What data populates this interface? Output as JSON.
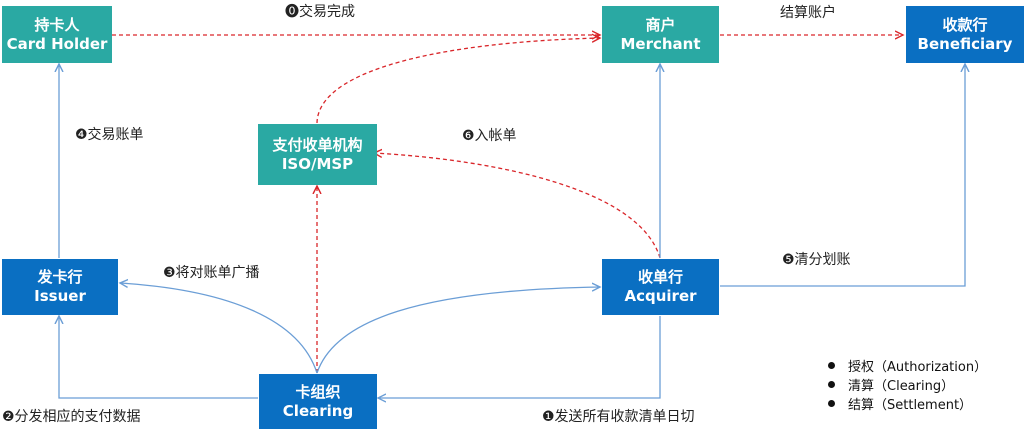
{
  "nodes": {
    "cardholder": {
      "line1": "持卡人",
      "line2": "Card Holder",
      "color": "#2aa9a3"
    },
    "merchant": {
      "line1": "商户",
      "line2": "Merchant",
      "color": "#2aa9a3"
    },
    "beneficiary": {
      "line1": "收款行",
      "line2": "Beneficiary",
      "color": "#0a6fc2"
    },
    "iso": {
      "line1": "支付收单机构",
      "line2": "ISO/MSP",
      "color": "#2aa9a3"
    },
    "issuer": {
      "line1": "发卡行",
      "line2": "Issuer",
      "color": "#0a6fc2"
    },
    "acquirer": {
      "line1": "收单行",
      "line2": "Acquirer",
      "color": "#0a6fc2"
    },
    "clearing": {
      "line1": "卡组织",
      "line2": "Clearing",
      "color": "#0a6fc2"
    }
  },
  "labels": {
    "step0": "⓿交易完成",
    "settle_account": "结算账户",
    "step4": "❹交易账单",
    "step6": "❻入帐单",
    "step3": "❸将对账单广播",
    "step5": "❺清分划账",
    "step2": "❷分发相应的支付数据",
    "step1": "❶发送所有收款清单日切"
  },
  "legend": [
    "授权（Authorization）",
    "清算（Clearing）",
    "结算（Settlement）"
  ],
  "colors": {
    "blue_line": "#6b9ed6",
    "red_dashed": "#d9262a"
  }
}
